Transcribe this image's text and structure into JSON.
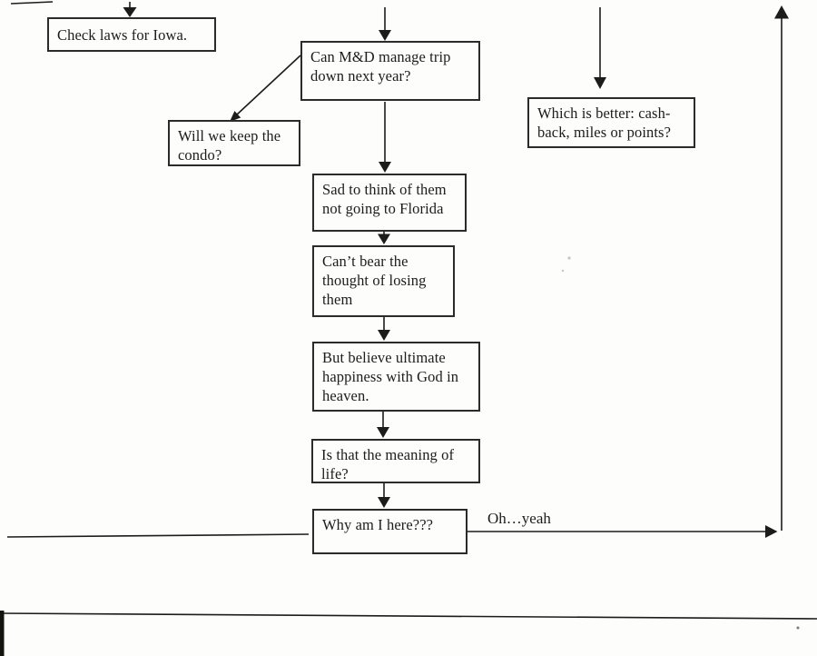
{
  "diagram": {
    "colors": {
      "ink": "#1c1c1c",
      "box_border": "#2b2b2b",
      "paper": "#fdfdfb"
    },
    "nodes": [
      {
        "id": "check-laws-iowa",
        "text": "Check laws for Iowa."
      },
      {
        "id": "can-md-manage-trip",
        "text": "Can M&D manage trip\ndown next year?"
      },
      {
        "id": "keep-condo",
        "text": "Will we keep the\ncondo?"
      },
      {
        "id": "cash-back-miles-points",
        "text": "Which is better: cash-\nback, miles or points?"
      },
      {
        "id": "sad-florida",
        "text": "Sad to think of them\nnot going to Florida"
      },
      {
        "id": "cant-bear-losing",
        "text": "Can’t bear the\nthought of losing\nthem"
      },
      {
        "id": "ultimate-happiness",
        "text": "But believe ultimate\nhappiness with God in\nheaven."
      },
      {
        "id": "meaning-of-life",
        "text": "Is that the meaning of\nlife?"
      },
      {
        "id": "why-am-i-here",
        "text": "Why am I here???"
      }
    ],
    "labels": [
      {
        "id": "oh-yeah",
        "text": "Oh…yeah"
      }
    ]
  }
}
